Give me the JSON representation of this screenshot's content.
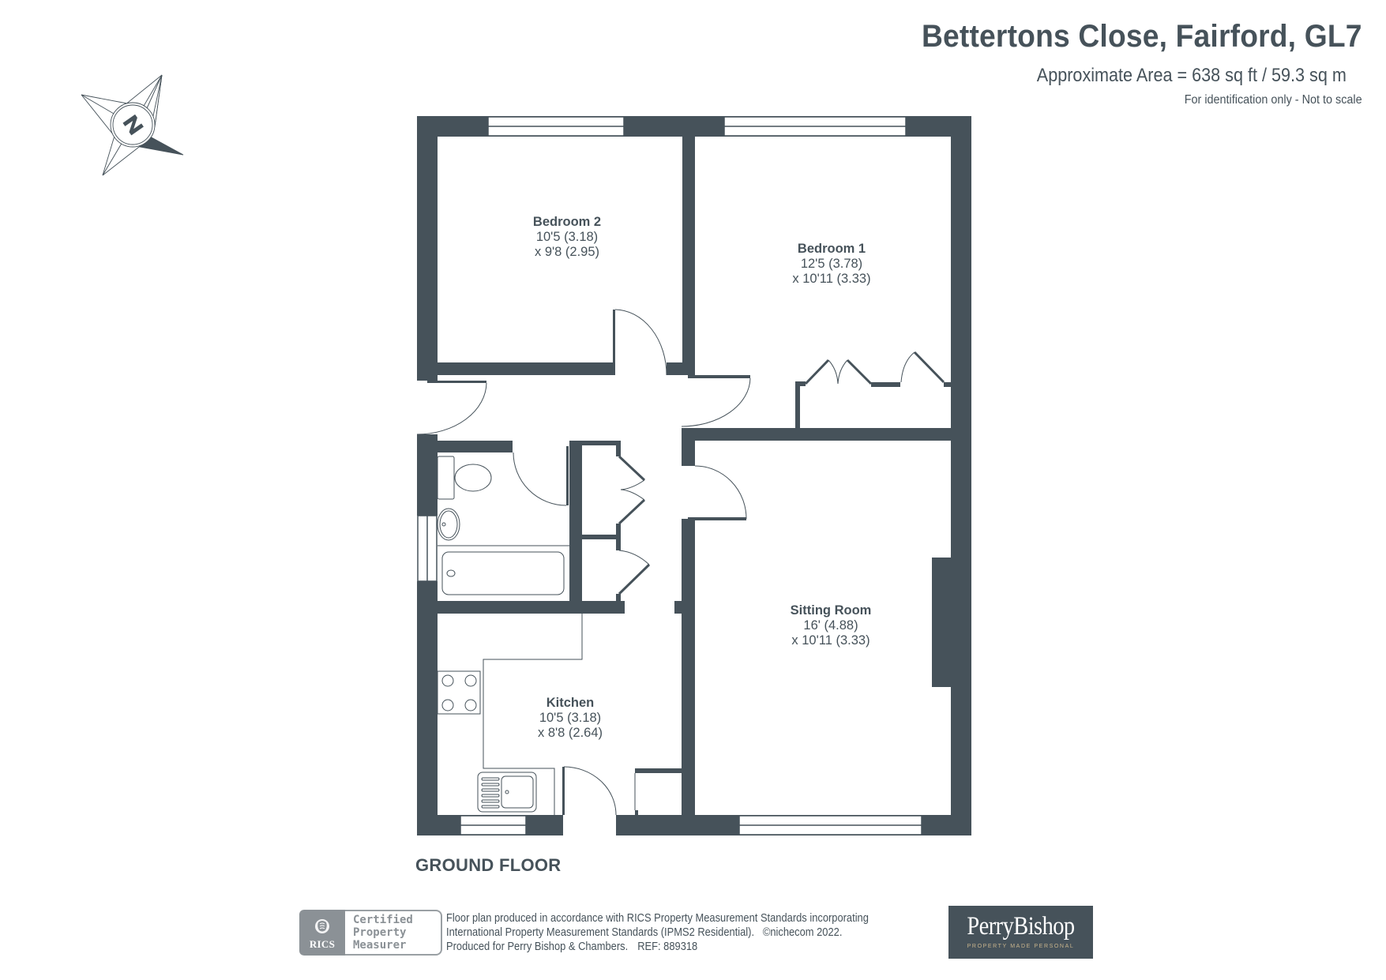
{
  "header": {
    "title": "Bettertons Close, Fairford, GL7",
    "area": "Approximate Area = 638 sq ft / 59.3 sq m",
    "note": "For identification only - Not to scale"
  },
  "compass": {
    "letter": "N",
    "icon": "north-arrow-compass-icon"
  },
  "plan": {
    "floor_label": "GROUND FLOOR",
    "wall_color": "#46525a",
    "rooms": [
      {
        "name": "Bedroom 2",
        "dim1": "10'5 (3.18)",
        "dim2": "x 9'8 (2.95)"
      },
      {
        "name": "Bedroom 1",
        "dim1": "12'5 (3.78)",
        "dim2": "x 10'11 (3.33)"
      },
      {
        "name": "Sitting Room",
        "dim1": "16' (4.88)",
        "dim2": "x 10'11 (3.33)"
      },
      {
        "name": "Kitchen",
        "dim1": "10'5 (3.18)",
        "dim2": "x 8'8 (2.64)"
      }
    ]
  },
  "footer": {
    "rics": {
      "logo_text": "RICS",
      "cert_lines": [
        "Certified",
        "Property",
        "Measurer"
      ]
    },
    "text_lines": [
      "Floor plan produced in accordance with RICS Property Measurement Standards incorporating",
      "International Property Measurement Standards (IPMS2 Residential).",
      "Produced for Perry Bishop & Chambers."
    ],
    "copyright": "©nichecom 2022.",
    "ref": "REF:  889318",
    "brand": {
      "name": "PerryBishop",
      "tagline": "PROPERTY MADE PERSONAL",
      "bg_color": "#46525a",
      "tag_color": "#c8b48c"
    }
  }
}
